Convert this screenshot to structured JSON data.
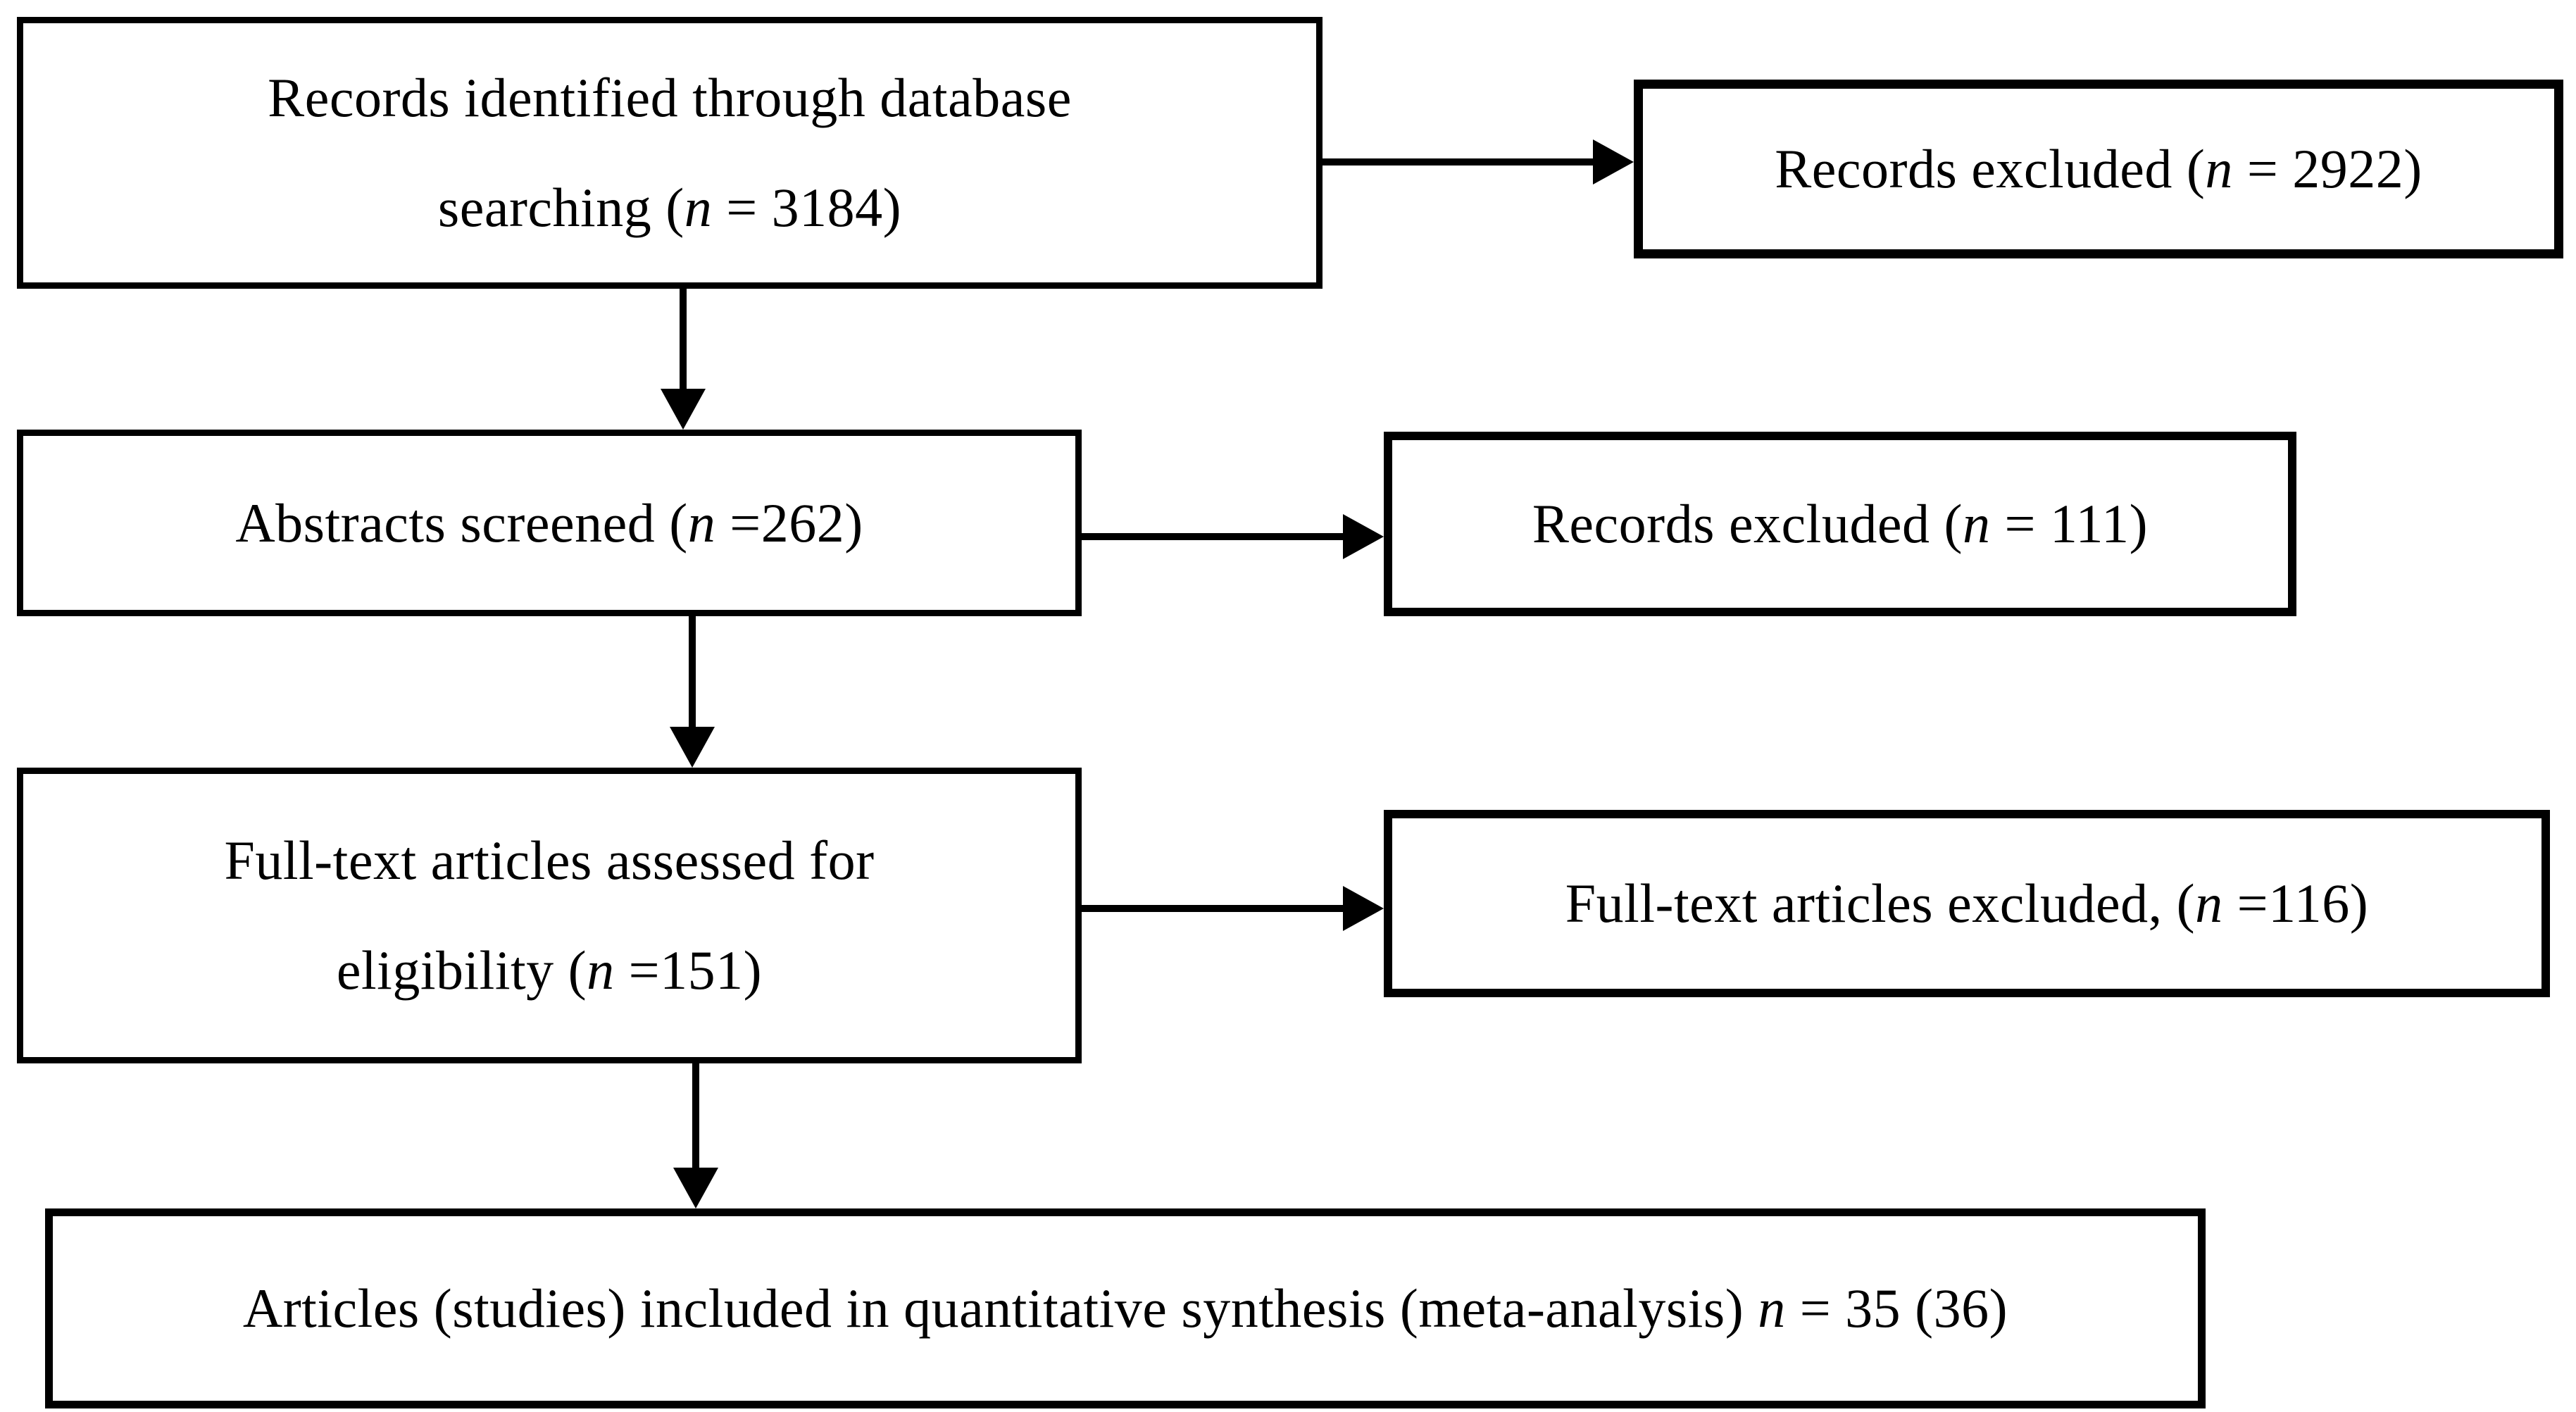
{
  "diagram": {
    "title_semantic": "PRISMA study selection flow diagram",
    "colors": {
      "background": "#ffffff",
      "line": "#000000",
      "text": "#000000"
    },
    "boxes": [
      {
        "id": "records-identified",
        "lines": [
          "Records identified through database",
          "searching (*n* = 3184)"
        ]
      },
      {
        "id": "records-excluded-screening",
        "lines": [
          "Records excluded (*n* = 2922)"
        ]
      },
      {
        "id": "abstracts-screened",
        "lines": [
          "Abstracts screened (*n* =262)"
        ]
      },
      {
        "id": "records-excluded-abstracts",
        "lines": [
          "Records excluded (*n* = 111)"
        ]
      },
      {
        "id": "fulltext-assessed",
        "lines": [
          "Full-text articles assessed for",
          "eligibility (*n* =151)"
        ]
      },
      {
        "id": "fulltext-excluded",
        "lines": [
          "Full-text articles excluded, (*n* =116)"
        ]
      },
      {
        "id": "included-synthesis",
        "lines": [
          "Articles (studies) included in quantitative synthesis (meta-analysis) *n* = 35 (36)"
        ]
      }
    ],
    "arrows": [
      {
        "id": "identified-to-excluded",
        "direction": "right"
      },
      {
        "id": "identified-to-abstracts",
        "direction": "down"
      },
      {
        "id": "abstracts-to-excluded",
        "direction": "right"
      },
      {
        "id": "abstracts-to-fulltext",
        "direction": "down"
      },
      {
        "id": "fulltext-to-excluded",
        "direction": "right"
      },
      {
        "id": "fulltext-to-included",
        "direction": "down"
      }
    ]
  }
}
